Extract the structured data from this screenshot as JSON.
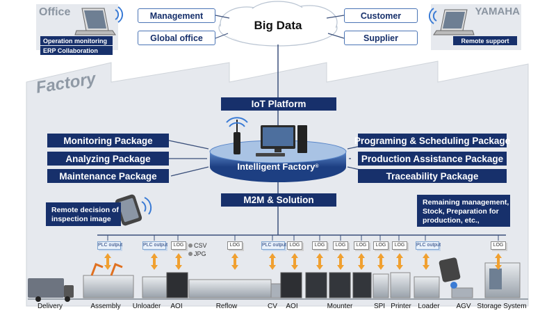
{
  "cloud": {
    "title": "Big Data",
    "left_boxes": [
      "Management",
      "Global office"
    ],
    "right_boxes": [
      "Customer",
      "Supplier"
    ]
  },
  "office": {
    "title": "Office",
    "items": [
      "Operation monitoring",
      "ERP Collaboration"
    ]
  },
  "yamaha": {
    "title": "YAMAHA",
    "item": "Remote support"
  },
  "factory": {
    "title": "Factory",
    "iot_platform": "IoT Platform",
    "m2m": "M2M & Solution",
    "hub_label": "Intelligent Factory",
    "hub_reg": "®",
    "left_packages": [
      "Monitoring Package",
      "Analyzing Package",
      "Maintenance Package"
    ],
    "right_packages": [
      "Programing & Scheduling Package",
      "Production Assistance Package",
      "Traceability Package"
    ],
    "note_left": [
      "Remote decision of",
      "inspection image"
    ],
    "note_right": [
      "Remaining management,",
      "Stock, Preparation for",
      "production, etc.,"
    ],
    "plc_label": "PLC output",
    "log_label": "LOG",
    "legend": [
      "CSV",
      "JPG"
    ]
  },
  "line": {
    "stations": [
      "Delivery",
      "Assembly",
      "Unloader",
      "AOI",
      "Reflow",
      "CV",
      "AOI",
      "Mounter",
      "SPI",
      "Printer",
      "Loader",
      "AGV",
      "Storage System"
    ]
  },
  "colors": {
    "navy": "#17306b",
    "bus": "#3a4f7a",
    "arrow": "#f0a030",
    "building": "#e6e9ee"
  }
}
